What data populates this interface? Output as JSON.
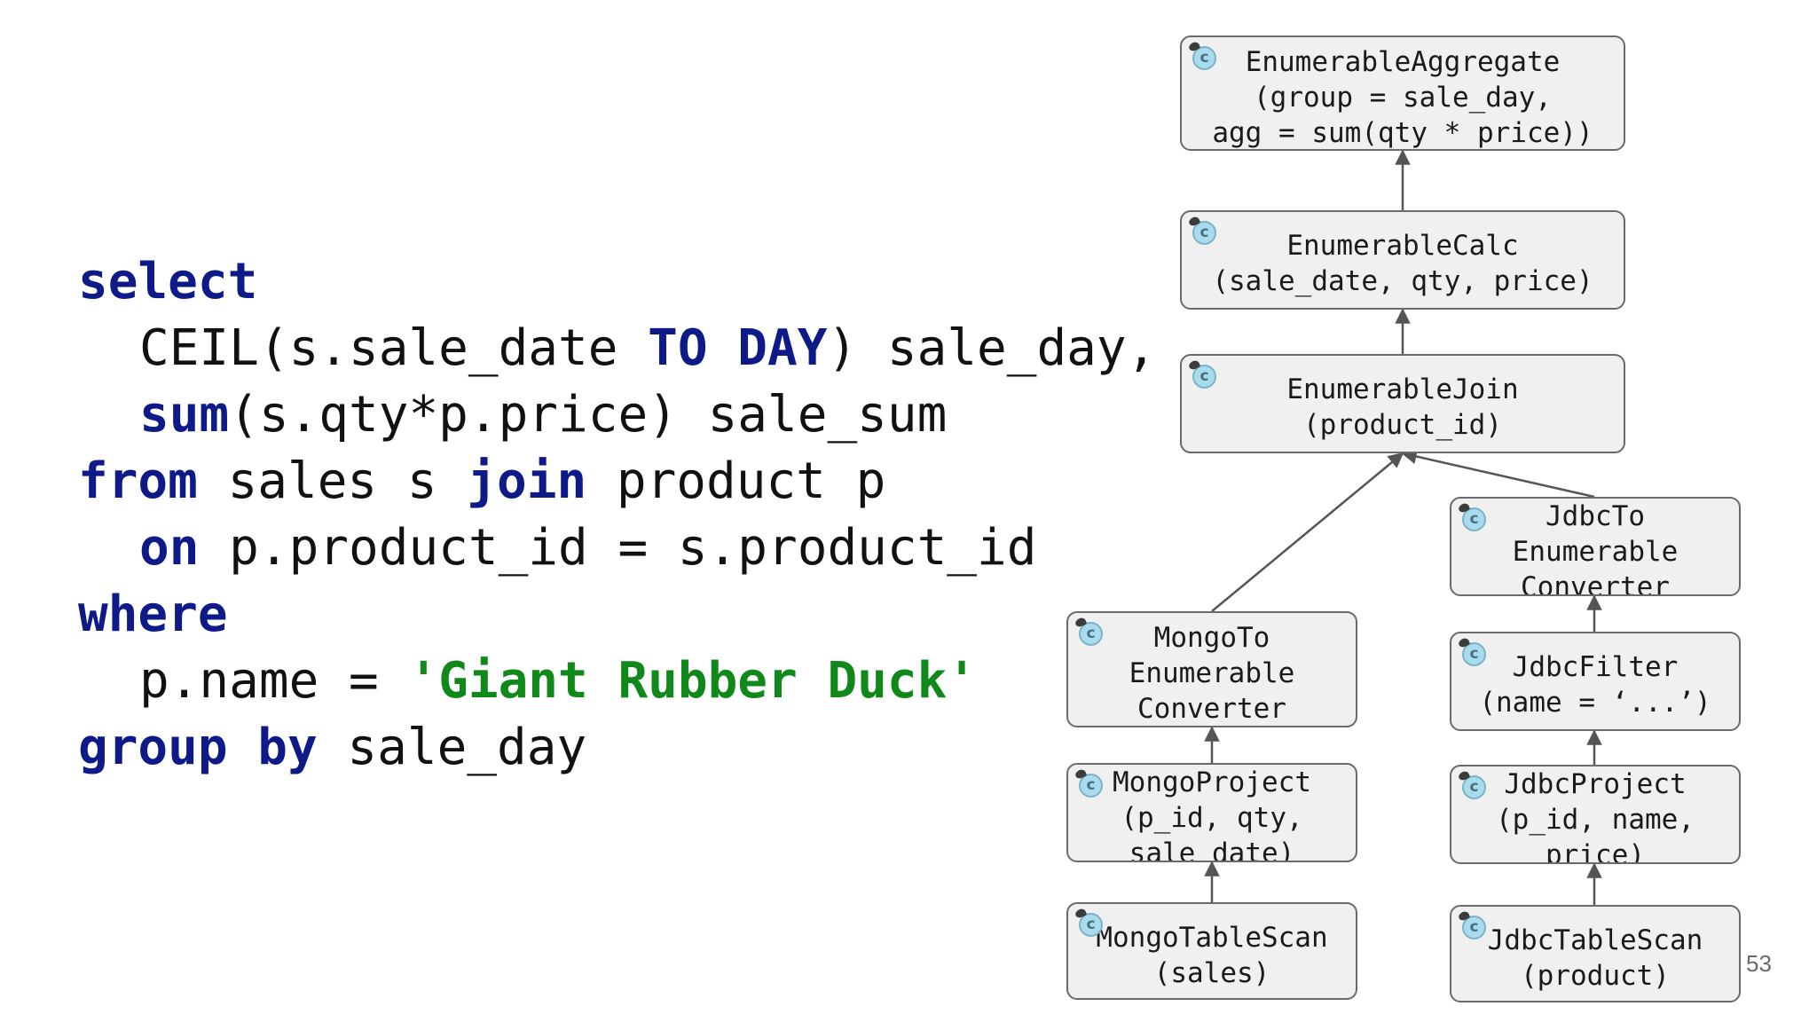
{
  "code": {
    "lines": [
      [
        {
          "t": "select",
          "k": "kw"
        }
      ],
      [
        {
          "t": "CEIL(s.sale_date "
        },
        {
          "t": "TO DAY",
          "k": "kw"
        },
        {
          "t": ") sale_day,"
        }
      ],
      [
        {
          "t": "sum",
          "k": "kw"
        },
        {
          "t": "(s.qty*p.price) sale_sum"
        }
      ],
      [
        {
          "t": "from",
          "k": "kw"
        },
        {
          "t": " sales s "
        },
        {
          "t": "join",
          "k": "kw"
        },
        {
          "t": " product p"
        }
      ],
      [
        {
          "t": "on",
          "k": "kw"
        },
        {
          "t": " p.product_id = s.product_id"
        }
      ],
      [
        {
          "t": "where",
          "k": "kw"
        }
      ],
      [
        {
          "t": "p.name = "
        },
        {
          "t": "'Giant Rubber Duck'",
          "k": "str"
        }
      ],
      [
        {
          "t": "group by",
          "k": "kw"
        },
        {
          "t": " sale_day"
        }
      ]
    ],
    "indent": [
      0,
      1,
      1,
      0,
      1,
      0,
      1,
      0
    ]
  },
  "plan": {
    "icon_glyph": "c",
    "nodes": [
      {
        "id": "enumerable-aggregate",
        "lines": [
          "EnumerableAggregate",
          "(group = sale_day,",
          "agg = sum(qty * price))"
        ]
      },
      {
        "id": "enumerable-calc",
        "lines": [
          "EnumerableCalc",
          "(sale_date, qty, price)"
        ]
      },
      {
        "id": "enumerable-join",
        "lines": [
          "EnumerableJoin",
          "(product_id)"
        ]
      },
      {
        "id": "jdbc-to-enumerable-converter",
        "lines": [
          "JdbcTo",
          "Enumerable",
          "Converter"
        ]
      },
      {
        "id": "mongo-to-enumerable-converter",
        "lines": [
          "MongoTo",
          "Enumerable",
          "Converter"
        ]
      },
      {
        "id": "jdbc-filter",
        "lines": [
          "JdbcFilter",
          "(name = ‘...’)"
        ]
      },
      {
        "id": "mongo-project",
        "lines": [
          "MongoProject",
          "(p_id, qty,",
          "sale_date)"
        ]
      },
      {
        "id": "jdbc-project",
        "lines": [
          "JdbcProject",
          "(p_id, name,",
          "price)"
        ]
      },
      {
        "id": "mongo-table-scan",
        "lines": [
          "MongoTableScan",
          "(sales)"
        ]
      },
      {
        "id": "jdbc-table-scan",
        "lines": [
          "JdbcTableScan",
          "(product)"
        ]
      }
    ],
    "edges": [
      {
        "from": "enumerable-calc",
        "to": "enumerable-aggregate"
      },
      {
        "from": "enumerable-join",
        "to": "enumerable-calc"
      },
      {
        "from": "mongo-to-enumerable-converter",
        "to": "enumerable-join"
      },
      {
        "from": "jdbc-to-enumerable-converter",
        "to": "enumerable-join"
      },
      {
        "from": "mongo-project",
        "to": "mongo-to-enumerable-converter"
      },
      {
        "from": "mongo-table-scan",
        "to": "mongo-project"
      },
      {
        "from": "jdbc-filter",
        "to": "jdbc-to-enumerable-converter"
      },
      {
        "from": "jdbc-project",
        "to": "jdbc-filter"
      },
      {
        "from": "jdbc-table-scan",
        "to": "jdbc-project"
      }
    ]
  },
  "page_number": "53",
  "colors": {
    "keyword": "#0d1a87",
    "string": "#11891a",
    "node_fill": "#f0f0f1",
    "node_border": "#6a6a6a",
    "arrow": "#555555"
  }
}
